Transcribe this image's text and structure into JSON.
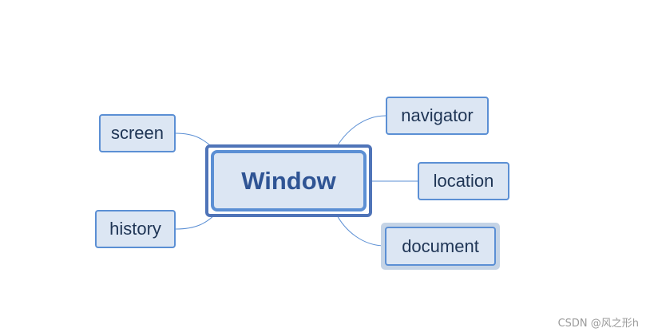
{
  "diagram": {
    "central": {
      "label": "Window"
    },
    "branches": {
      "screen": {
        "label": "screen"
      },
      "history": {
        "label": "history"
      },
      "navigator": {
        "label": "navigator"
      },
      "location": {
        "label": "location"
      },
      "document": {
        "label": "document",
        "selected": true
      }
    }
  },
  "colors": {
    "node_fill": "#dce6f3",
    "node_border": "#5b8fd4",
    "central_frame": "#4f74b8",
    "central_text": "#2f5494",
    "branch_text": "#1f3555",
    "connector": "#5b8fd4",
    "selection_halo": "#c5d4e6"
  },
  "watermark": {
    "text": "CSDN @风之形h"
  }
}
